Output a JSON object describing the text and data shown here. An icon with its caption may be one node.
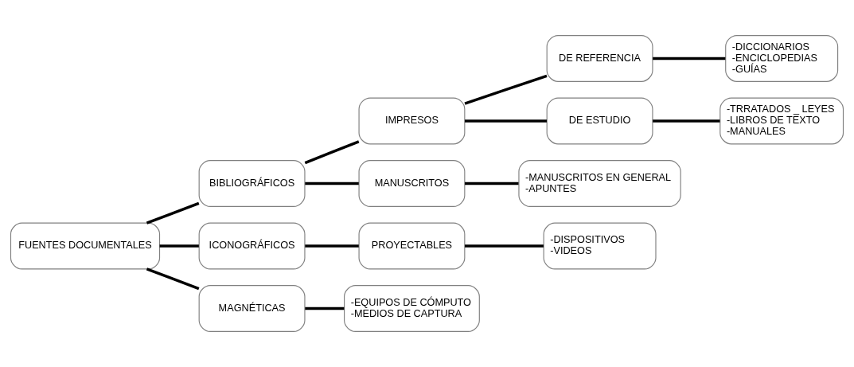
{
  "diagram": {
    "nodes": [
      {
        "text": [
          "FUENTES DOCUMENTALES"
        ]
      },
      {
        "text": [
          "BIBLIOGRÁFICOS"
        ]
      },
      {
        "text": [
          "ICONOGRÁFICOS"
        ]
      },
      {
        "text": [
          "MAGNÉTICAS"
        ]
      },
      {
        "text": [
          "IMPRESOS"
        ]
      },
      {
        "text": [
          "MANUSCRITOS"
        ]
      },
      {
        "text": [
          "PROYECTABLES"
        ]
      },
      {
        "text": [
          "-EQUIPOS DE CÓMPUTO",
          "-MEDIOS DE CAPTURA"
        ]
      },
      {
        "text": [
          "DE REFERENCIA"
        ]
      },
      {
        "text": [
          "DE ESTUDIO"
        ]
      },
      {
        "text": [
          "-MANUSCRITOS EN GENERAL",
          "-APUNTES"
        ]
      },
      {
        "text": [
          "-DISPOSITIVOS",
          "-VIDEOS"
        ]
      },
      {
        "text": [
          "-DICCIONARIOS",
          "-ENCICLOPEDIAS",
          "-GUÍAS"
        ]
      },
      {
        "text": [
          "-TRRATADOS _ LEYES",
          "-LIBROS DE TEXTO",
          "-MANUALES"
        ]
      }
    ],
    "edges": [
      {
        "from": 0,
        "to": 1,
        "arrow": "none"
      },
      {
        "from": 0,
        "to": 2,
        "arrow": "none"
      },
      {
        "from": 0,
        "to": 3,
        "arrow": "none"
      },
      {
        "from": 1,
        "to": 4,
        "arrow": "none"
      },
      {
        "from": 1,
        "to": 5,
        "arrow": "none"
      },
      {
        "from": 2,
        "to": 6,
        "arrow": "none"
      },
      {
        "from": 3,
        "to": 7,
        "arrow": "none"
      },
      {
        "from": 4,
        "to": 8,
        "arrow": "none"
      },
      {
        "from": 4,
        "to": 9,
        "arrow": "none"
      },
      {
        "from": 5,
        "to": 10,
        "arrow": "none"
      },
      {
        "from": 6,
        "to": 11,
        "arrow": "none"
      },
      {
        "from": 8,
        "to": 12,
        "arrow": "none"
      },
      {
        "from": 9,
        "to": 13,
        "arrow": "none"
      }
    ]
  }
}
